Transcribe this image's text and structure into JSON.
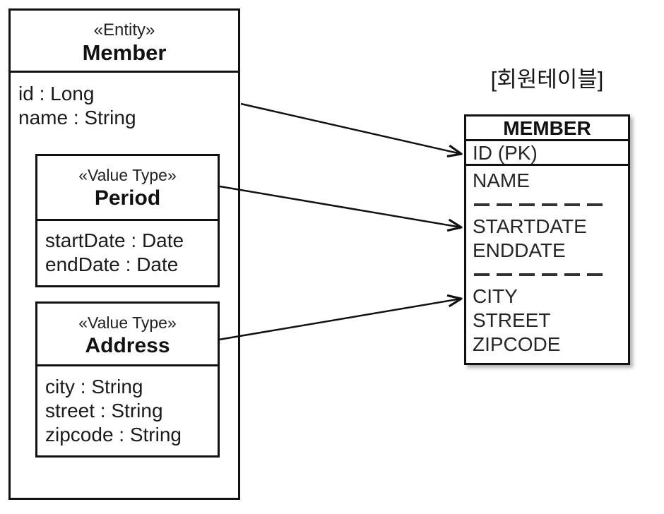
{
  "colors": {
    "background": "#ffffff",
    "line": "#111111",
    "text": "#1b1b1b"
  },
  "member": {
    "stereotype": "«Entity»",
    "name": "Member",
    "attributes": [
      "id : Long",
      "name : String"
    ]
  },
  "period": {
    "stereotype": "«Value Type»",
    "name": "Period",
    "attributes": [
      "startDate : Date",
      "endDate : Date"
    ]
  },
  "address": {
    "stereotype": "«Value Type»",
    "name": "Address",
    "attributes": [
      "city : String",
      "street : String",
      "zipcode : String"
    ]
  },
  "table": {
    "caption": "[회원테이블]",
    "header": "MEMBER",
    "primary_key": "ID (PK)",
    "group1": [
      "NAME"
    ],
    "group2": [
      "STARTDATE",
      "ENDDATE"
    ],
    "group3": [
      "CITY",
      "STREET",
      "ZIPCODE"
    ]
  },
  "arrows": [
    {
      "from": "Member",
      "to": "ID (PK)"
    },
    {
      "from": "Period",
      "to": "STARTDATE / ENDDATE"
    },
    {
      "from": "Address",
      "to": "CITY / STREET / ZIPCODE"
    }
  ]
}
